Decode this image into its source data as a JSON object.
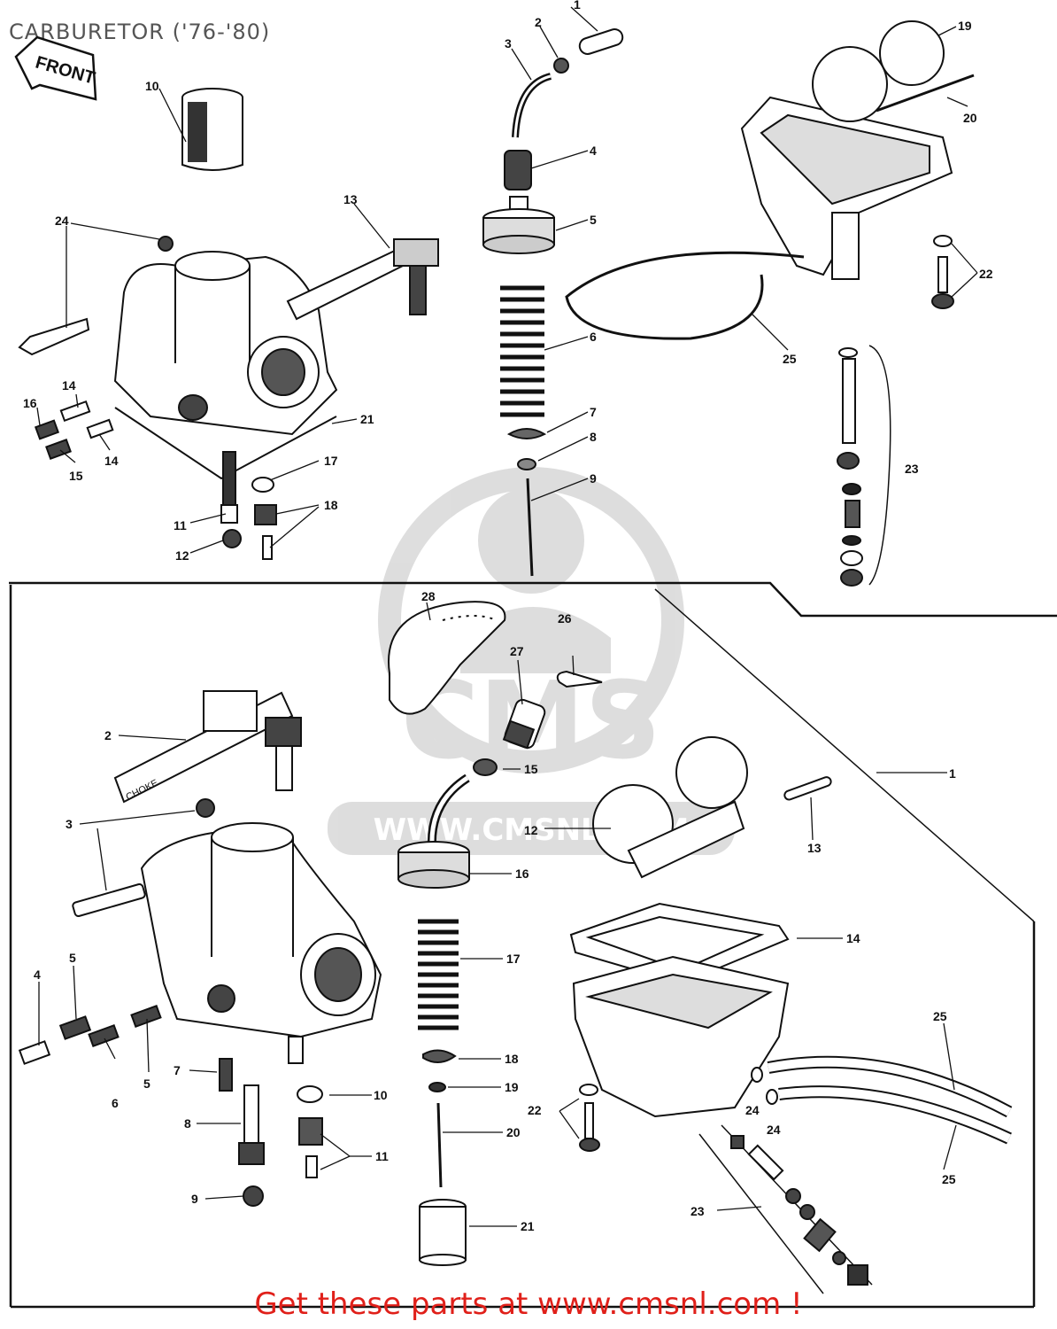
{
  "title": "CARBURETOR ('76-'80)",
  "front_tag": "FRONT",
  "choke_text": "CHOKE",
  "watermark": {
    "letters": "CMS",
    "url": "WWW.CMSNL.COM"
  },
  "cta": "Get these parts at www.cmsnl.com !",
  "top_labels": {
    "n1": "1",
    "n2": "2",
    "n3": "3",
    "n4": "4",
    "n5": "5",
    "n6": "6",
    "n7": "7",
    "n8": "8",
    "n9": "9",
    "n10": "10",
    "n13": "13",
    "n14a": "14",
    "n14b": "14",
    "n15": "15",
    "n16": "16",
    "n17": "17",
    "n18": "18",
    "n19": "19",
    "n20": "20",
    "n21": "21",
    "n22": "22",
    "n23": "23",
    "n24": "24",
    "n25": "25",
    "n11": "11",
    "n12": "12"
  },
  "bottom_labels": {
    "b1": "1",
    "b2": "2",
    "b3": "3",
    "b4": "4",
    "b5a": "5",
    "b5b": "5",
    "b6": "6",
    "b7": "7",
    "b8": "8",
    "b9": "9",
    "b10": "10",
    "b11": "11",
    "b12": "12",
    "b13": "13",
    "b14": "14",
    "b15": "15",
    "b16": "16",
    "b17": "17",
    "b18": "18",
    "b19": "19",
    "b20": "20",
    "b21": "21",
    "b22": "22",
    "b23": "23",
    "b24a": "24",
    "b24b": "24",
    "b25a": "25",
    "b25b": "25",
    "b26": "26",
    "b27": "27",
    "b28": "28"
  }
}
